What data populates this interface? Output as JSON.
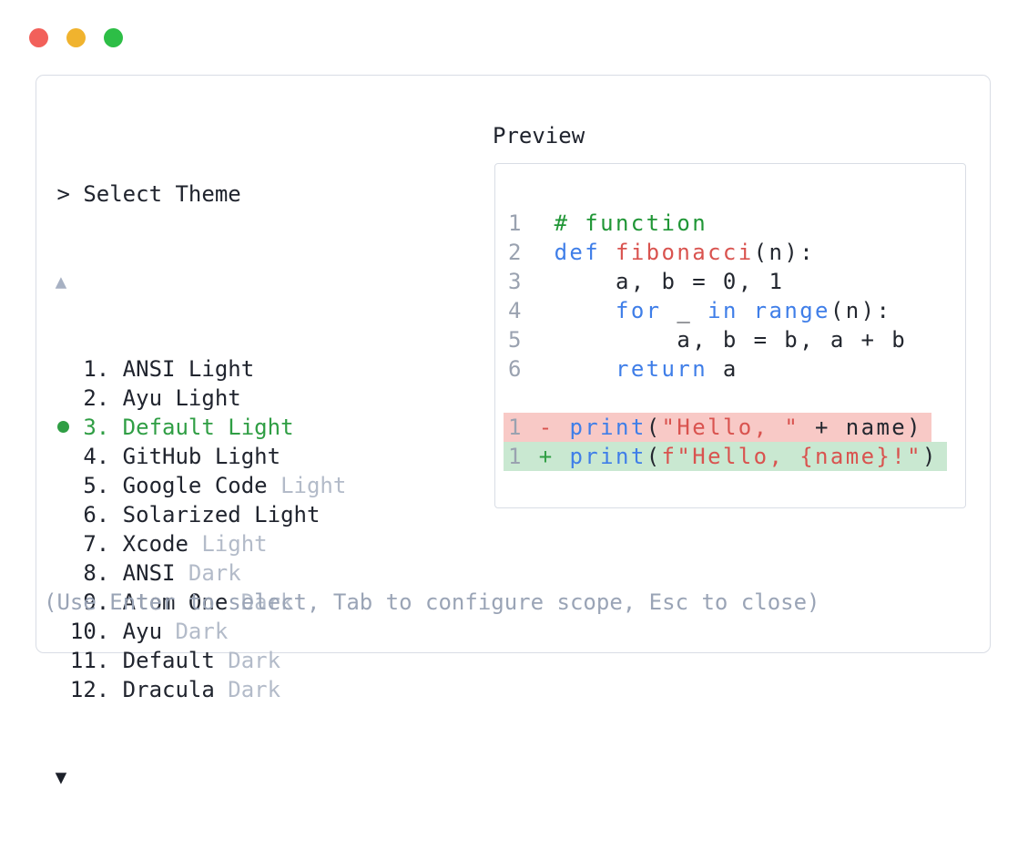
{
  "window": {
    "buttons": [
      {
        "name": "close",
        "color": "#f2605a"
      },
      {
        "name": "minimize",
        "color": "#f0b32e"
      },
      {
        "name": "zoom",
        "color": "#2dbe46"
      }
    ]
  },
  "selector": {
    "prompt": "> Select Theme",
    "scroll_up": "▲",
    "scroll_down": "▼",
    "items": [
      {
        "num": "1.",
        "label": "ANSI Light",
        "muted": "",
        "selected": false
      },
      {
        "num": "2.",
        "label": "Ayu Light",
        "muted": "",
        "selected": false
      },
      {
        "num": "3.",
        "label": "Default Light",
        "muted": "",
        "selected": true
      },
      {
        "num": "4.",
        "label": "GitHub Light",
        "muted": "",
        "selected": false
      },
      {
        "num": "5.",
        "label": "Google Code",
        "muted": "Light",
        "selected": false
      },
      {
        "num": "6.",
        "label": "Solarized Light",
        "muted": "",
        "selected": false
      },
      {
        "num": "7.",
        "label": "Xcode",
        "muted": "Light",
        "selected": false
      },
      {
        "num": "8.",
        "label": "ANSI",
        "muted": "Dark",
        "selected": false
      },
      {
        "num": "9.",
        "label": "Atom One",
        "muted": "Dark",
        "selected": false
      },
      {
        "num": "10.",
        "label": "Ayu",
        "muted": "Dark",
        "selected": false
      },
      {
        "num": "11.",
        "label": "Default",
        "muted": "Dark",
        "selected": false
      },
      {
        "num": "12.",
        "label": "Dracula",
        "muted": "Dark",
        "selected": false
      }
    ],
    "hint": "(Use Enter to select, Tab to configure scope, Esc to close)"
  },
  "preview": {
    "title": "Preview",
    "lines": [
      {
        "bg": null,
        "tokens": [
          {
            "c": "ln",
            "t": "1"
          },
          {
            "c": "pl",
            "t": "  "
          },
          {
            "c": "cm",
            "t": "# function"
          }
        ]
      },
      {
        "bg": null,
        "tokens": [
          {
            "c": "ln",
            "t": "2"
          },
          {
            "c": "pl",
            "t": "  "
          },
          {
            "c": "kw",
            "t": "def"
          },
          {
            "c": "pl",
            "t": " "
          },
          {
            "c": "fn",
            "t": "fibonacci"
          },
          {
            "c": "pl",
            "t": "(n):"
          }
        ]
      },
      {
        "bg": null,
        "tokens": [
          {
            "c": "ln",
            "t": "3"
          },
          {
            "c": "pl",
            "t": "      a, b = 0, 1"
          }
        ]
      },
      {
        "bg": null,
        "tokens": [
          {
            "c": "ln",
            "t": "4"
          },
          {
            "c": "pl",
            "t": "      "
          },
          {
            "c": "kw",
            "t": "for"
          },
          {
            "c": "pl",
            "t": " _ "
          },
          {
            "c": "kw",
            "t": "in"
          },
          {
            "c": "pl",
            "t": " "
          },
          {
            "c": "kw",
            "t": "range"
          },
          {
            "c": "pl",
            "t": "(n):"
          }
        ]
      },
      {
        "bg": null,
        "tokens": [
          {
            "c": "ln",
            "t": "5"
          },
          {
            "c": "pl",
            "t": "          a, b = b, a + b"
          }
        ]
      },
      {
        "bg": null,
        "tokens": [
          {
            "c": "ln",
            "t": "6"
          },
          {
            "c": "pl",
            "t": "      "
          },
          {
            "c": "kw",
            "t": "return"
          },
          {
            "c": "pl",
            "t": " a"
          }
        ]
      },
      {
        "bg": null,
        "tokens": []
      },
      {
        "bg": "removed",
        "tokens": [
          {
            "c": "ln",
            "t": "1"
          },
          {
            "c": "pl",
            "t": " "
          },
          {
            "c": "rm",
            "t": "-"
          },
          {
            "c": "pl",
            "t": " "
          },
          {
            "c": "kw",
            "t": "print"
          },
          {
            "c": "pl",
            "t": "("
          },
          {
            "c": "st",
            "t": "\"Hello, \""
          },
          {
            "c": "pl",
            "t": " + name)"
          }
        ]
      },
      {
        "bg": "added",
        "tokens": [
          {
            "c": "ln",
            "t": "1"
          },
          {
            "c": "pl",
            "t": " "
          },
          {
            "c": "ad",
            "t": "+"
          },
          {
            "c": "pl",
            "t": " "
          },
          {
            "c": "kw",
            "t": "print"
          },
          {
            "c": "pl",
            "t": "("
          },
          {
            "c": "st",
            "t": "f\"Hello, {name}!\""
          },
          {
            "c": "pl",
            "t": ")"
          }
        ]
      }
    ]
  },
  "colors": {
    "accent_selected": "#2f9e44",
    "muted_text": "#b3bbc9",
    "hint_text": "#9aa4b6",
    "border": "#d9dde5",
    "keyword_blue": "#3f7ee8",
    "string_red": "#d9534f",
    "comment_green": "#209636",
    "diff_removed_bg": "#f8c9c6",
    "diff_added_bg": "#c9e8d1"
  }
}
